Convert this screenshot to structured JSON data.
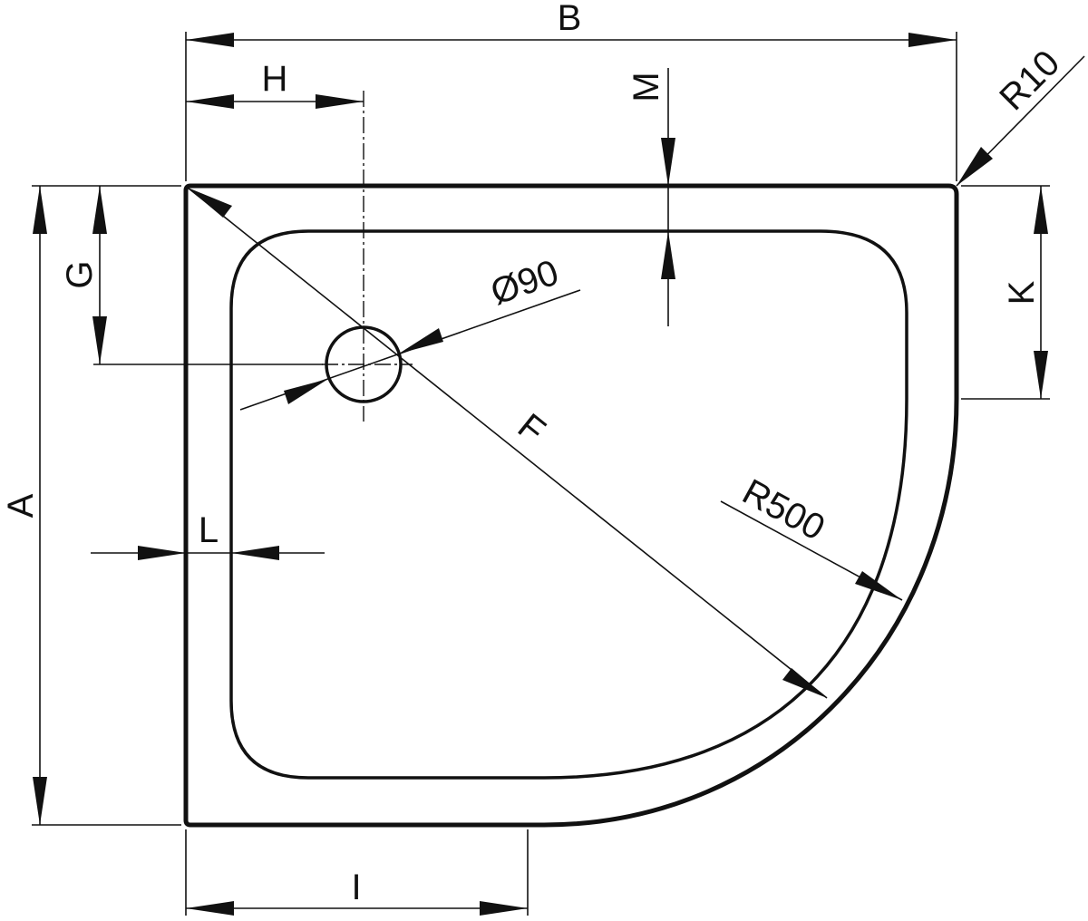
{
  "labels": {
    "A": "A",
    "B": "B",
    "F": "F",
    "G": "G",
    "H": "H",
    "I": "I",
    "K": "K",
    "L": "L",
    "M": "M",
    "drain_diameter": "Ø90",
    "corner_radius": "R10",
    "curve_radius": "R500"
  }
}
